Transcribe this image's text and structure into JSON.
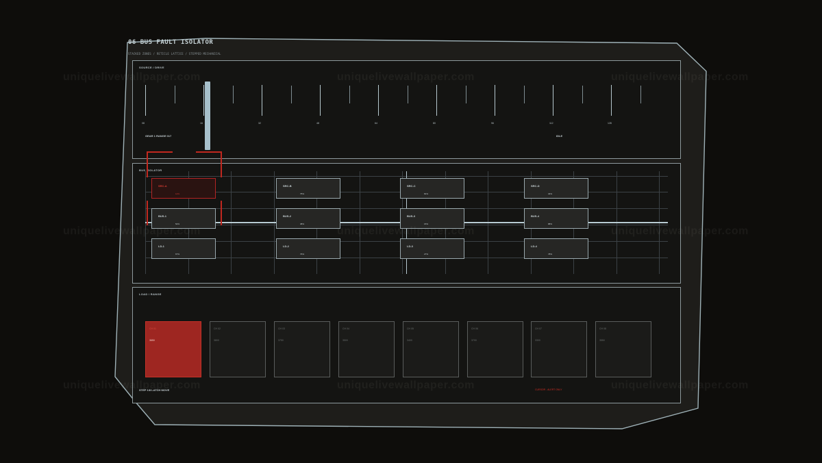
{
  "header": {
    "title": "06  BUS FAULT ISOLATOR",
    "subtitle": "STACKED ZONES / RETICLE LATTICE / STEPPED MECHANICAL"
  },
  "source_panel": {
    "label": "SOURCE / DRIVE",
    "tick_labels": [
      "08",
      "16",
      "32",
      "48",
      "64",
      "80",
      "96",
      "112",
      "128"
    ],
    "status_left": "GEAR 1  RANGE 017",
    "status_right": "IDLE",
    "selected_position": "16"
  },
  "bus_panel": {
    "label": "BUS ISOLATOR",
    "columns": [
      {
        "src": "SRC-A",
        "src_val": "12%",
        "bus": "BUS-1",
        "bus_val": "52%",
        "ld": "LD-1",
        "ld_val": "67%"
      },
      {
        "src": "SRC-B",
        "src_val": "75%",
        "bus": "BUS-2",
        "bus_val": "38%",
        "ld": "LD-2",
        "ld_val": "76%"
      },
      {
        "src": "SRC-C",
        "src_val": "81%",
        "bus": "BUS-3",
        "bus_val": "15%",
        "ld": "LD-3",
        "ld_val": "27%"
      },
      {
        "src": "SRC-D",
        "src_val": "34%",
        "bus": "BUS-4",
        "bus_val": "88%",
        "ld": "LD-4",
        "ld_val": "78%"
      }
    ],
    "fault_node": "SRC-A"
  },
  "load_panel": {
    "label": "LOAD / RANGE",
    "tiles": [
      {
        "name": "CH 01",
        "value": "3650",
        "active": true
      },
      {
        "name": "CH 02",
        "value": "3800"
      },
      {
        "name": "CH 03",
        "value": "3750"
      },
      {
        "name": "CH 04",
        "value": "3500"
      },
      {
        "name": "CH 05",
        "value": "3400"
      },
      {
        "name": "CH 06",
        "value": "3700"
      },
      {
        "name": "CH 07",
        "value": "3300"
      },
      {
        "name": "CH 08",
        "value": "3550"
      }
    ],
    "footer_left": "STEP 1/8  LATCH MOVE",
    "footer_right": "CURSOR - ALERT ONLY"
  },
  "watermark": "uniquelivewallpaper.com",
  "colors": {
    "background": "#0e0d0b",
    "frame_stroke": "#9fb2b8",
    "accent_red": "#c2281f",
    "accent_blue": "#a7c0cb"
  }
}
